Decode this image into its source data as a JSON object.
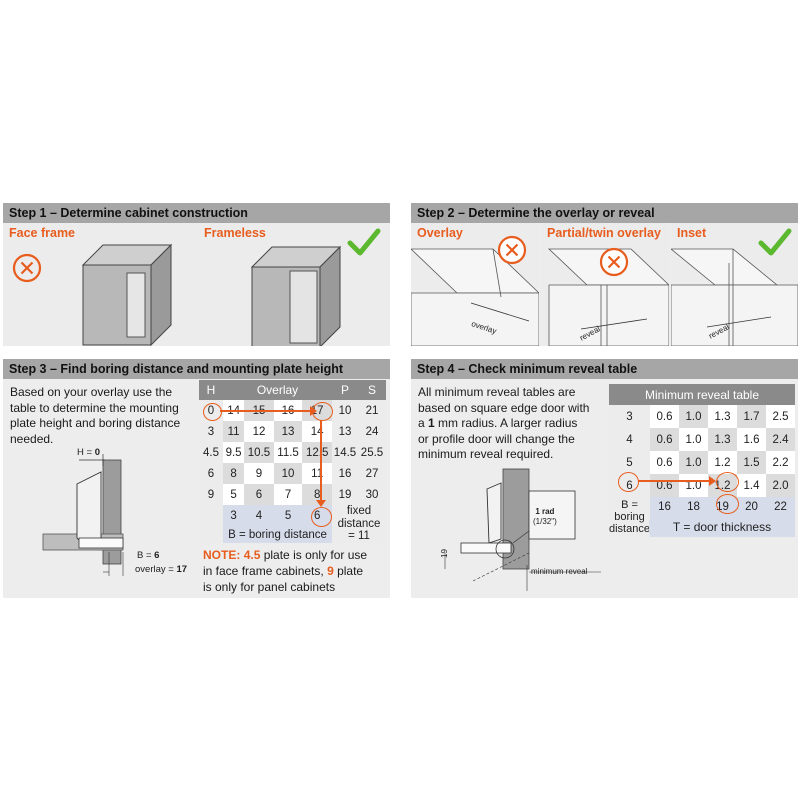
{
  "step1": {
    "title": "Step 1 – Determine cabinet construction",
    "face_frame": "Face frame",
    "frameless": "Frameless"
  },
  "step2": {
    "title": "Step 2 – Determine the overlay or reveal",
    "overlay": "Overlay",
    "partial": "Partial/twin overlay",
    "inset": "Inset",
    "dim_overlay": "overlay",
    "dim_reveal": "reveal"
  },
  "step3": {
    "title": "Step 3 – Find boring distance and mounting plate height",
    "desc": [
      "Based on your overlay use the",
      "table to determine the mounting",
      "plate height and boring distance",
      "needed."
    ],
    "h_label": "H = ",
    "h_val": "0",
    "b_label": "B = ",
    "b_val": "6",
    "ov_label": "overlay = ",
    "ov_val": "17",
    "table": {
      "headers": [
        "H",
        "Overlay",
        "P",
        "S"
      ],
      "rows": [
        [
          "0",
          "14",
          "15",
          "16",
          "17",
          "10",
          "21"
        ],
        [
          "3",
          "11",
          "12",
          "13",
          "14",
          "13",
          "24"
        ],
        [
          "4.5",
          "9.5",
          "10.5",
          "11.5",
          "12.5",
          "14.5",
          "25.5"
        ],
        [
          "6",
          "8",
          "9",
          "10",
          "11",
          "16",
          "27"
        ],
        [
          "9",
          "5",
          "6",
          "7",
          "8",
          "19",
          "30"
        ]
      ],
      "b_values": [
        "3",
        "4",
        "5",
        "6"
      ],
      "b_caption": "B = boring distance",
      "fixed": [
        "fixed",
        "distance",
        "= 11"
      ]
    },
    "note_label": "NOTE:",
    "note_l1_a": " ",
    "note_l1_b": "4.5",
    "note_l1_c": " plate is only for use",
    "note_l2_a": "in face frame cabinets, ",
    "note_l2_b": "9",
    "note_l2_c": " plate",
    "note_l3": "is only for panel cabinets"
  },
  "step4": {
    "title": "Step 4 – Check minimum reveal table",
    "desc_l1": "All minimum reveal tables are",
    "desc_l2": "based on square edge door with",
    "desc_l3_a": "a ",
    "desc_l3_b": "1",
    "desc_l3_c": " mm radius. A larger radius",
    "desc_l4": "or profile door will change the",
    "desc_l5": "minimum reveal required.",
    "rad_l1": "1 rad",
    "rad_l2": "(1/32\")",
    "min_reveal": "minimum reveal",
    "dim19": "19",
    "table": {
      "title": "Minimum reveal table",
      "rows": [
        [
          "3",
          "0.6",
          "1.0",
          "1.3",
          "1.7",
          "2.5"
        ],
        [
          "4",
          "0.6",
          "1.0",
          "1.3",
          "1.6",
          "2.4"
        ],
        [
          "5",
          "0.6",
          "1.0",
          "1.2",
          "1.5",
          "2.2"
        ],
        [
          "6",
          "0.6",
          "1.0",
          "1.2",
          "1.4",
          "2.0"
        ]
      ],
      "b_label": [
        "B =",
        "boring",
        "distance"
      ],
      "t_values": [
        "16",
        "18",
        "19",
        "20",
        "22"
      ],
      "t_caption": "T = door thickness"
    }
  },
  "colors": {
    "accent": "#e85d1e",
    "check": "#5cb82e",
    "header": "#a6a6a6"
  }
}
